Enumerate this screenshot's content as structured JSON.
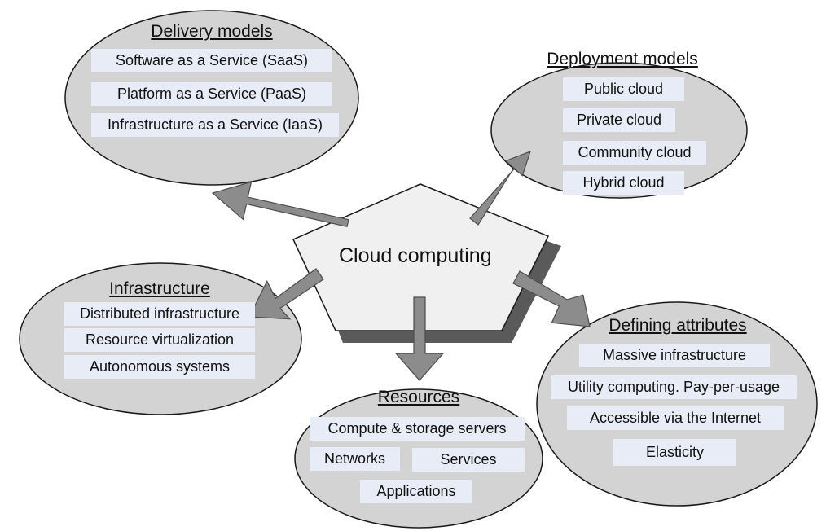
{
  "center": {
    "label": "Cloud computing"
  },
  "groups": {
    "delivery": {
      "title": "Delivery models",
      "items": [
        "Software as a Service (SaaS)",
        "Platform as a Service (PaaS)",
        "Infrastructure as a Service (IaaS)"
      ]
    },
    "deployment": {
      "title": "Deployment models",
      "items": [
        "Public cloud",
        "Private cloud",
        "Community cloud",
        "Hybrid cloud"
      ]
    },
    "infrastructure": {
      "title": "Infrastructure",
      "items": [
        "Distributed infrastructure",
        "Resource virtualization",
        "Autonomous systems"
      ]
    },
    "resources": {
      "title": "Resources",
      "items": [
        "Compute & storage servers",
        "Networks",
        "Services",
        "Applications"
      ]
    },
    "attributes": {
      "title": "Defining attributes",
      "items": [
        "Massive infrastructure",
        "Utility computing. Pay-per-usage",
        "Accessible via the Internet",
        "Elasticity"
      ]
    }
  }
}
